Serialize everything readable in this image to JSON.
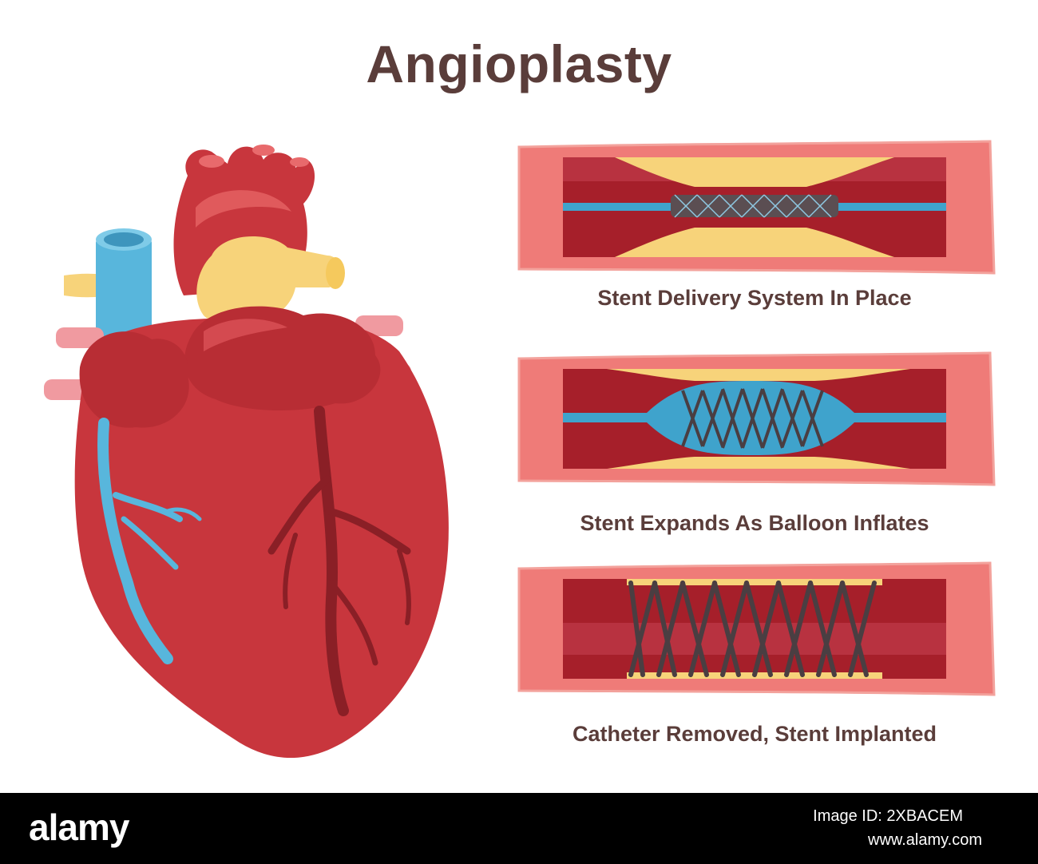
{
  "title": "Angioplasty",
  "steps": [
    {
      "label": "Stent Delivery System In Place"
    },
    {
      "label": "Stent Expands As Balloon Inflates"
    },
    {
      "label": "Catheter Removed, Stent Implanted"
    }
  ],
  "footer": {
    "logo": "alamy",
    "image_id": "Image ID: 2XBACEM",
    "url": "www.alamy.com"
  },
  "colors": {
    "title": "#5a3d3a",
    "vessel_wall": "#ef7b78",
    "vessel_lumen": "#a61f2a",
    "plaque": "#f7d37a",
    "balloon": "#3fa3cc",
    "stent": "#5b4e52",
    "heart": "#c8363d",
    "vein": "#58b6dc"
  }
}
